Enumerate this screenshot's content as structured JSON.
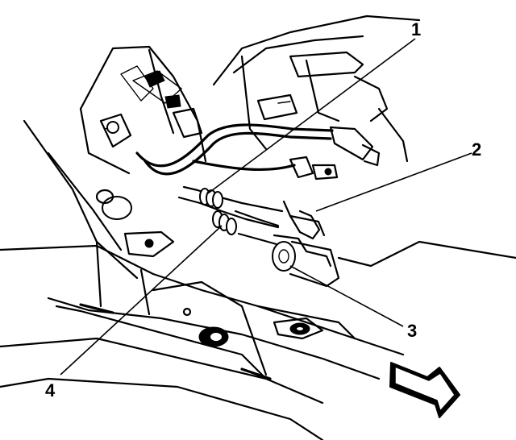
{
  "callouts": [
    {
      "id": "1",
      "label": "1"
    },
    {
      "id": "2",
      "label": "2"
    },
    {
      "id": "3",
      "label": "3"
    },
    {
      "id": "4",
      "label": "4"
    }
  ],
  "colors": {
    "ink": "#000000",
    "paper": "#ffffff"
  },
  "direction_indicator": "arrow-right-icon"
}
